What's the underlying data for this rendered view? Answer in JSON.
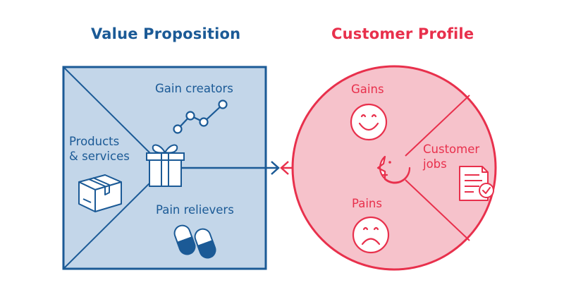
{
  "value_proposition": {
    "title": "Value Proposition",
    "gain_creators": "Gain creators",
    "products_services_line1": "Products",
    "products_services_line2": "& services",
    "pain_relievers": "Pain relievers"
  },
  "customer_profile": {
    "title": "Customer Profile",
    "gains": "Gains",
    "customer_jobs_line1": "Customer",
    "customer_jobs_line2": "jobs",
    "pains": "Pains"
  },
  "colors": {
    "blue": "#1b5a96",
    "blue_fill": "#c3d6e9",
    "red": "#e8304c",
    "red_fill": "#f6c2cb"
  },
  "icons": [
    "gift-icon",
    "box-icon",
    "line-chart-icon",
    "pills-icon",
    "smiley-icon",
    "sad-face-icon",
    "profile-face-icon",
    "document-check-icon",
    "arrow-icon"
  ]
}
